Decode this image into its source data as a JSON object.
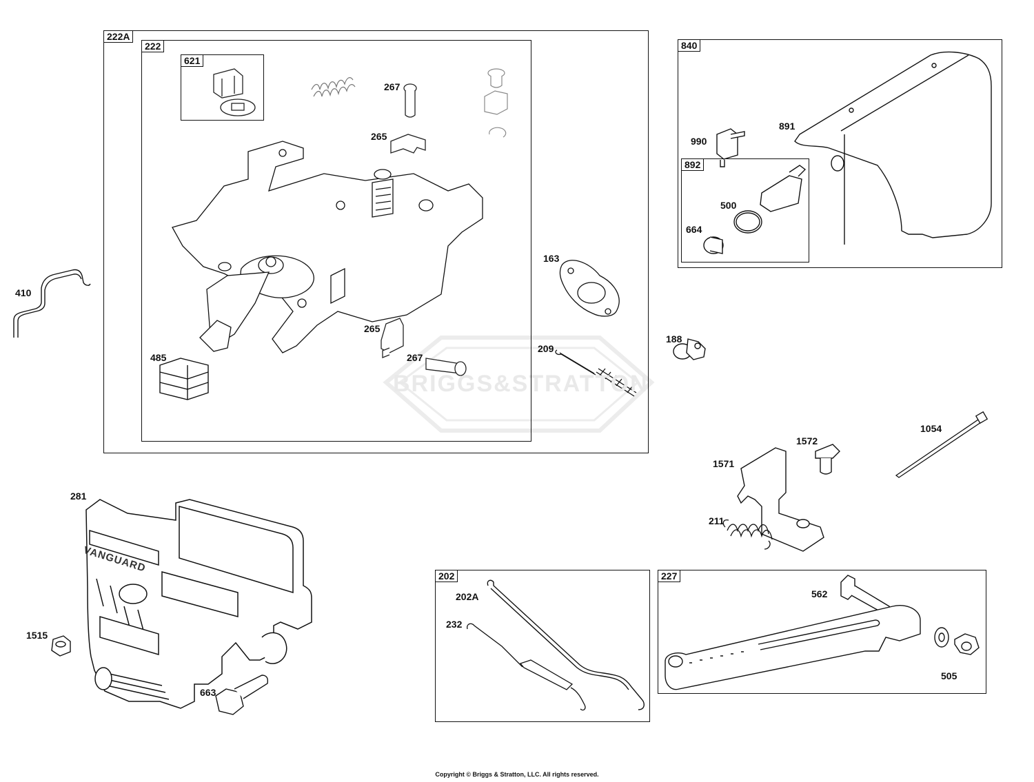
{
  "watermark": "BRIGGS&STRATTON",
  "groups": [
    {
      "id": "222A",
      "label": "222A"
    },
    {
      "id": "222",
      "label": "222"
    },
    {
      "id": "621",
      "label": "621"
    },
    {
      "id": "840",
      "label": "840"
    },
    {
      "id": "892",
      "label": "892"
    },
    {
      "id": "202",
      "label": "202"
    },
    {
      "id": "227",
      "label": "227"
    }
  ],
  "callouts": [
    {
      "id": "267a",
      "label": "267"
    },
    {
      "id": "265a",
      "label": "265"
    },
    {
      "id": "265b",
      "label": "265"
    },
    {
      "id": "267b",
      "label": "267"
    },
    {
      "id": "485",
      "label": "485"
    },
    {
      "id": "410",
      "label": "410"
    },
    {
      "id": "163",
      "label": "163"
    },
    {
      "id": "209",
      "label": "209"
    },
    {
      "id": "188",
      "label": "188"
    },
    {
      "id": "990",
      "label": "990"
    },
    {
      "id": "891",
      "label": "891"
    },
    {
      "id": "500",
      "label": "500"
    },
    {
      "id": "664",
      "label": "664"
    },
    {
      "id": "1054",
      "label": "1054"
    },
    {
      "id": "1572",
      "label": "1572"
    },
    {
      "id": "1571",
      "label": "1571"
    },
    {
      "id": "211",
      "label": "211"
    },
    {
      "id": "281",
      "label": "281"
    },
    {
      "id": "1515",
      "label": "1515"
    },
    {
      "id": "663",
      "label": "663"
    },
    {
      "id": "202A",
      "label": "202A"
    },
    {
      "id": "232",
      "label": "232"
    },
    {
      "id": "562",
      "label": "562"
    },
    {
      "id": "505",
      "label": "505"
    }
  ],
  "cover_brand": "VANGUARD",
  "copyright": "Copyright © Briggs & Stratton, LLC. All rights reserved."
}
